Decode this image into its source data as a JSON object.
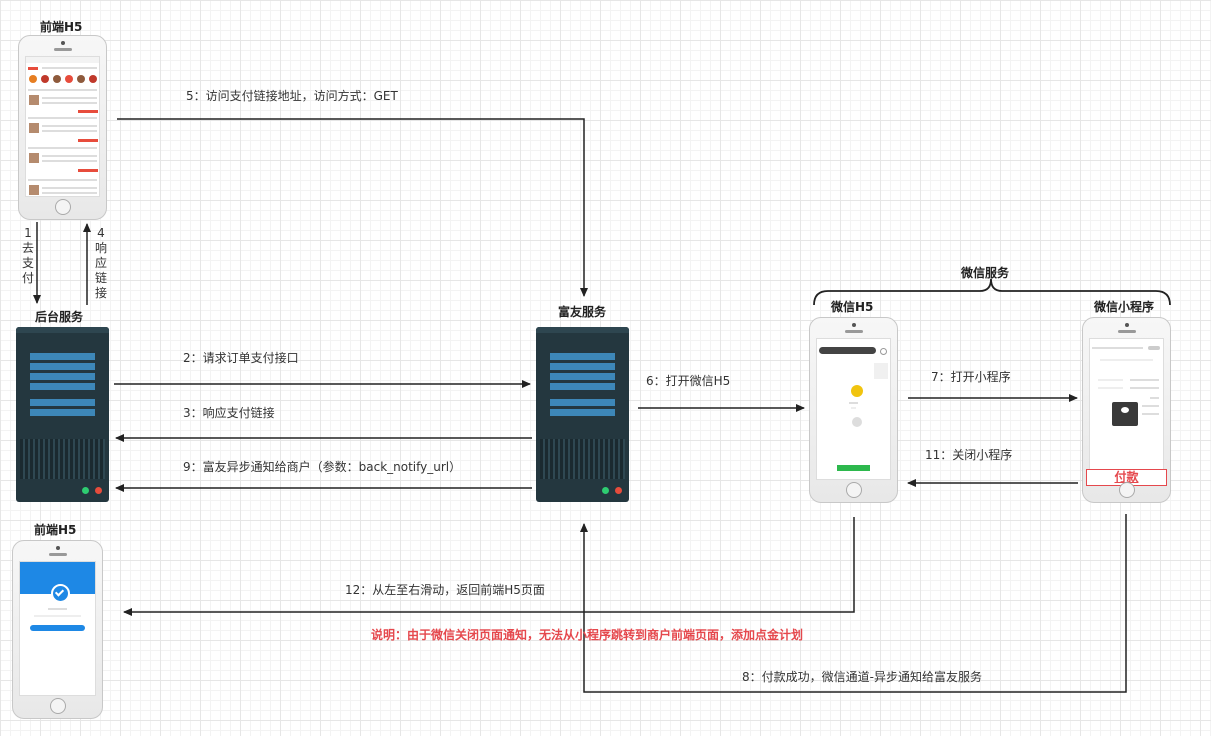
{
  "nodes": {
    "frontend_top": {
      "title": "前端H5"
    },
    "backend": {
      "title": "后台服务"
    },
    "fuyou": {
      "title": "富友服务"
    },
    "wechat_group": {
      "title": "微信服务"
    },
    "wechat_h5": {
      "title": "微信H5"
    },
    "wechat_mini": {
      "title": "微信小程序",
      "pay_label": "付款"
    },
    "frontend_bottom": {
      "title": "前端H5"
    }
  },
  "edges": {
    "e1": {
      "label": [
        "1",
        "去",
        "支",
        "付"
      ]
    },
    "e2": {
      "label": "2：请求订单支付接口"
    },
    "e3": {
      "label": "3：响应支付链接"
    },
    "e4": {
      "label": [
        "4",
        "响",
        "应",
        "链",
        "接"
      ]
    },
    "e5": {
      "label": "5：访问支付链接地址，访问方式：GET"
    },
    "e6": {
      "label": "6：打开微信H5"
    },
    "e7": {
      "label": "7：打开小程序"
    },
    "e8": {
      "label": "8：付款成功，微信通道-异步通知给富友服务"
    },
    "e9": {
      "label": "9：富友异步通知给商户（参数：back_notify_url）"
    },
    "e11": {
      "label": "11：关闭小程序"
    },
    "e12": {
      "label": "12：从左至右滑动，返回前端H5页面"
    }
  },
  "note": "说明：由于微信关闭页面通知，无法从小程序跳转到商户前端页面，添加点金计划",
  "colors": {
    "arrow": "#222222",
    "note": "#e5484d",
    "server": "#24373f",
    "slot": "#3d87b8"
  }
}
